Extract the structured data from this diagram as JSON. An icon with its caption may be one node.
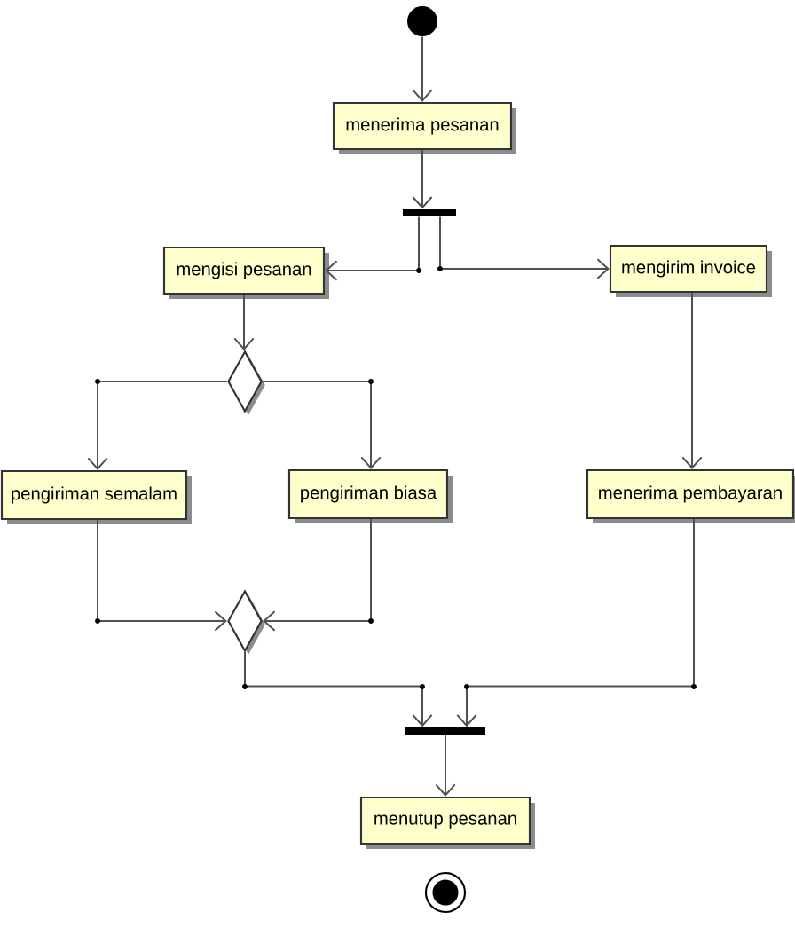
{
  "diagram": {
    "nodes": [
      {
        "text": [],
        "shape": "circle"
      },
      {
        "text": [
          "menerima pesanan"
        ]
      },
      {
        "text": [],
        "shape": "bar"
      },
      {
        "text": [
          "mengisi pesanan"
        ]
      },
      {
        "text": [
          "mengirim invoice"
        ]
      },
      {
        "text": [],
        "shape": "diamond"
      },
      {
        "text": [
          "pengiriman semalam"
        ]
      },
      {
        "text": [
          "pengiriman biasa"
        ]
      },
      {
        "text": [
          "menerima pembayaran"
        ]
      },
      {
        "text": [],
        "shape": "diamond"
      },
      {
        "text": [],
        "shape": "bar"
      },
      {
        "text": [
          "menutup pesanan"
        ]
      },
      {
        "text": [],
        "shape": "circle"
      }
    ],
    "edges": [
      {
        "from": 0,
        "to": 1,
        "arrow": "to"
      },
      {
        "from": 1,
        "to": 2,
        "arrow": "to"
      },
      {
        "from": 2,
        "to": 3,
        "arrow": "to"
      },
      {
        "from": 2,
        "to": 4,
        "arrow": "to"
      },
      {
        "from": 3,
        "to": 5,
        "arrow": "to"
      },
      {
        "from": 5,
        "to": 6,
        "arrow": "to"
      },
      {
        "from": 5,
        "to": 7,
        "arrow": "to"
      },
      {
        "from": 4,
        "to": 8,
        "arrow": "to"
      },
      {
        "from": 6,
        "to": 9,
        "arrow": "to"
      },
      {
        "from": 7,
        "to": 9,
        "arrow": "to"
      },
      {
        "from": 9,
        "to": 10,
        "arrow": "to"
      },
      {
        "from": 8,
        "to": 10,
        "arrow": "to"
      },
      {
        "from": 10,
        "to": 11,
        "arrow": "to"
      }
    ]
  }
}
